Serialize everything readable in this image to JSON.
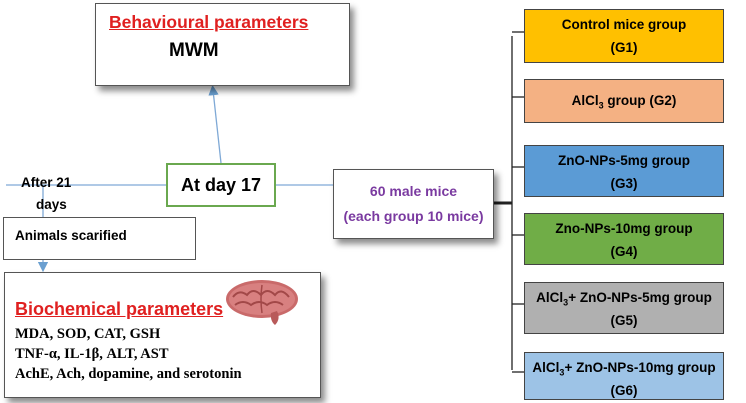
{
  "behavioural": {
    "title": "Behavioural parameters",
    "test": "MWM"
  },
  "timepoint": {
    "label": "At day 17"
  },
  "after": {
    "line1": "After 21",
    "line2": "days"
  },
  "animals": {
    "label": "Animals scarified"
  },
  "biochemical": {
    "title": "Biochemical parameters",
    "lines": [
      "MDA, SOD, CAT, GSH",
      "TNF-α, IL-1β, ALT, AST",
      "AchE, Ach, dopamine, and serotonin"
    ],
    "icon": "brain-icon"
  },
  "mice": {
    "line1": "60 male mice",
    "line2": "(each group 10 mice)"
  },
  "groups": [
    {
      "pre": "Control mice group",
      "sub": "",
      "post": "",
      "code": "(G1)",
      "color": "#ffc000",
      "inline": false
    },
    {
      "pre": "AlCl",
      "sub": "3",
      "post": " group",
      "code": "(G2)",
      "color": "#f4b183",
      "inline": true
    },
    {
      "pre": "ZnO-NPs-5mg group",
      "sub": "",
      "post": "",
      "code": "(G3)",
      "color": "#5b9bd5",
      "inline": false
    },
    {
      "pre": "Zno-NPs-10mg group",
      "sub": "",
      "post": "",
      "code": "(G4)",
      "color": "#70ad47",
      "inline": false
    },
    {
      "pre": "AlCl",
      "sub": "3",
      "post": "+ ZnO-NPs-5mg group",
      "code": "(G5)",
      "color": "#b0b0b0",
      "inline": false
    },
    {
      "pre": "AlCl",
      "sub": "3",
      "post": "+ ZnO-NPs-10mg group",
      "code": "(G6)",
      "color": "#9dc3e6",
      "inline": false
    }
  ]
}
